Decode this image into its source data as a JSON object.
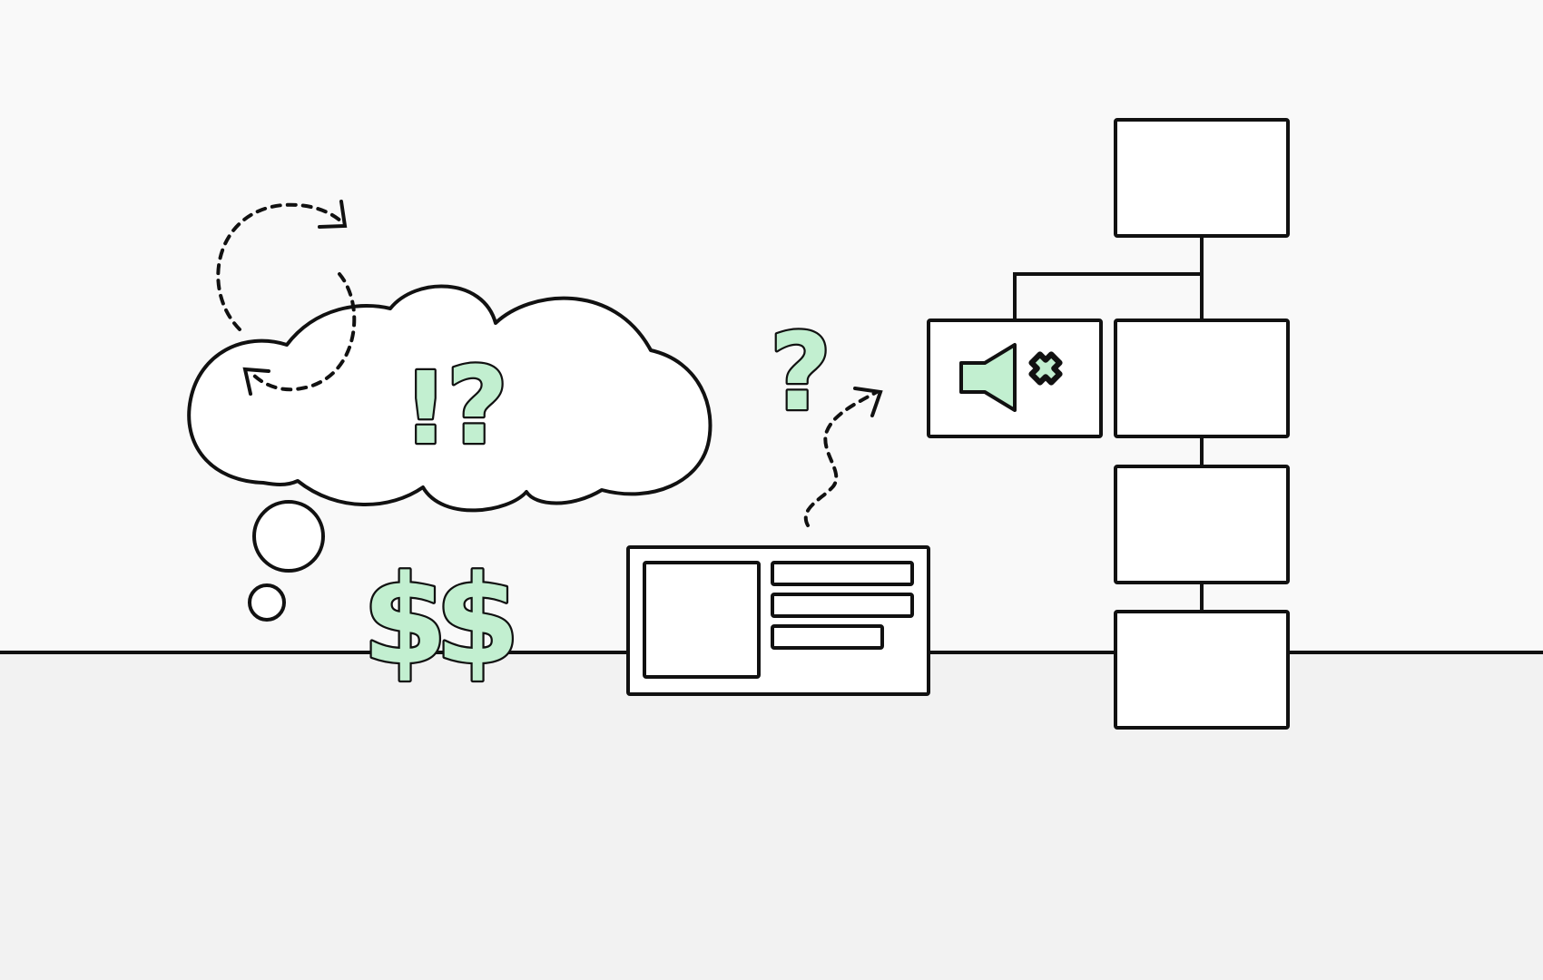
{
  "colors": {
    "background_top": "#f9f9f9",
    "background_bottom": "#f2f2f2",
    "outline": "#111111",
    "accent_fill": "#c2efd0",
    "box_fill": "#ffffff"
  },
  "symbols": {
    "cloud_exclaim": "!",
    "cloud_question": "?",
    "dollar_one": "$",
    "dollar_two": "$",
    "floating_question": "?",
    "mute_x": "×"
  },
  "icons": {
    "cloud": "thought-cloud",
    "cycle": "dashed-cycle-arrows",
    "path": "dashed-wavy-arrow",
    "speaker": "muted-speaker-icon",
    "card": "media-card-wireframe",
    "tree": "org-chart-boxes"
  }
}
